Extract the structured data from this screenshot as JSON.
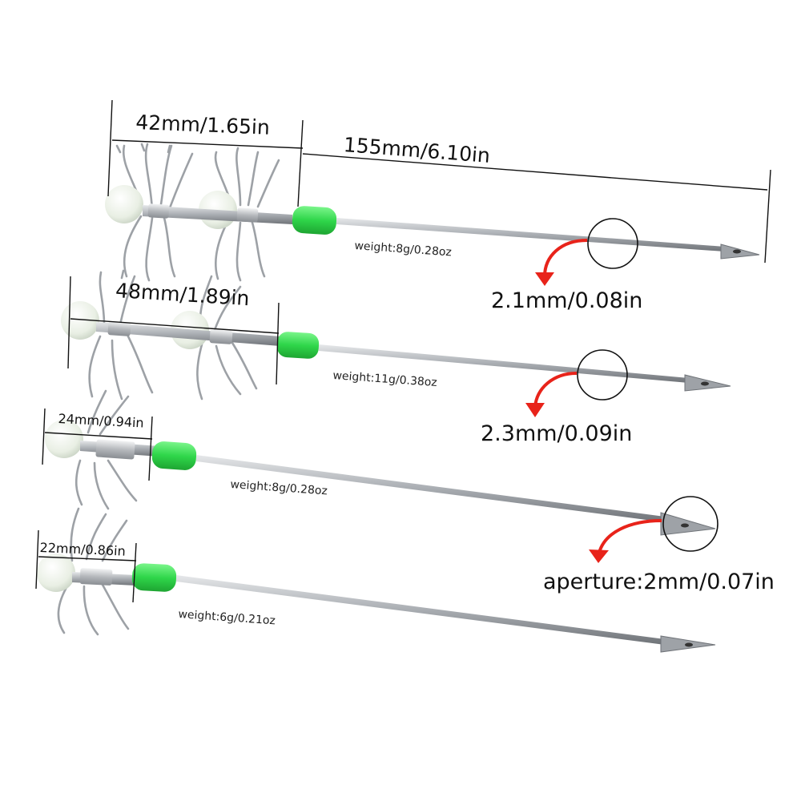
{
  "colors": {
    "background": "#ffffff",
    "steel": "#b9bcc0",
    "steel_dark": "#7d8186",
    "glow_bead": "#eef3ea",
    "green_float": "#2fd64a",
    "red_arrow": "#e8231a",
    "dimension_line": "#111111"
  },
  "lures": [
    {
      "jig_length": "42mm/1.65in",
      "rod_length": "155mm/6.10in",
      "weight": "weight:8g/0.28oz",
      "diameter": "2.1mm/0.08in"
    },
    {
      "jig_length": "48mm/1.89in",
      "weight": "weight:11g/0.38oz",
      "diameter": "2.3mm/0.09in"
    },
    {
      "jig_length": "24mm/0.94in",
      "weight": "weight:8g/0.28oz",
      "diameter": "aperture:2mm/0.07in"
    },
    {
      "jig_length": "22mm/0.86in",
      "weight": "weight:6g/0.21oz"
    }
  ]
}
